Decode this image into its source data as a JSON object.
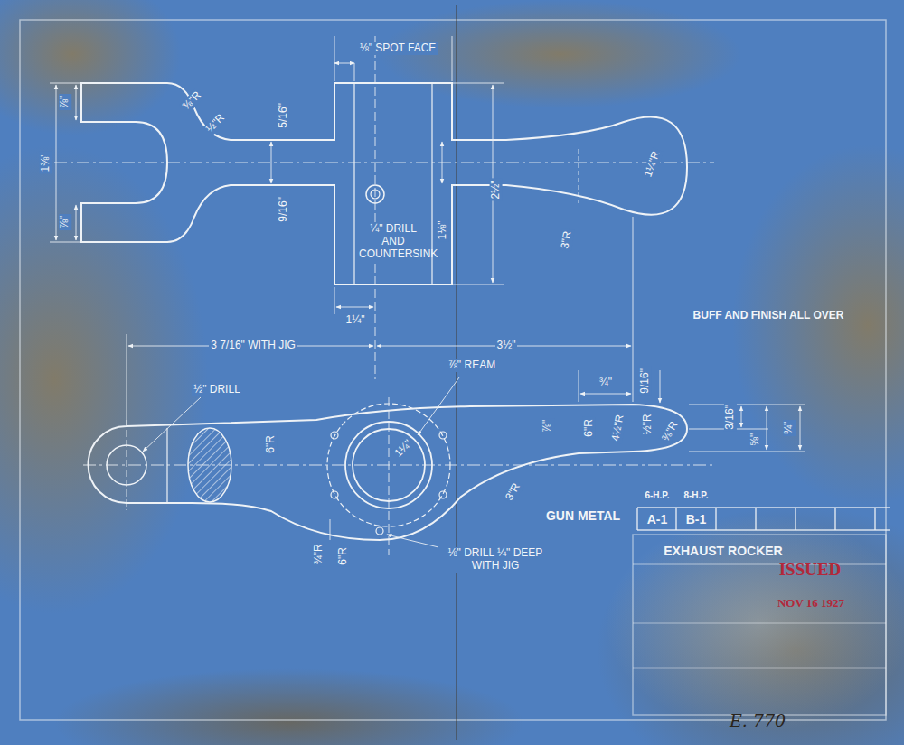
{
  "diagram": {
    "labels": [
      "⅛\" SPOT FACE",
      "⅞\"",
      "1⅜\"",
      "⅞\"",
      "⅜\"R",
      "½\"R",
      "5/16\"",
      "9/16\"",
      "1⅛\"",
      "¼\" DRILL AND COUNTERSINK",
      "2½\"",
      "1¼\"R",
      "3\"R",
      "1¼\"",
      "3 7/16\" WITH JIG",
      "3½\"",
      "BUFF AND FINISH ALL OVER",
      "½\" DRILL",
      "6\"R",
      "⅞\" REAM",
      "1¼\"",
      "3\"R",
      "¾\"",
      "9/16\"",
      "6\"R",
      "4½\"R",
      "½\"R",
      "⅜\"R",
      "⅞\"",
      "3/16\"",
      "⅝\"",
      "¾\"",
      "¾\"R",
      "6\"R",
      "⅛\" DRILL ¼\" DEEP WITH JIG",
      "GUN METAL",
      "6-H.P.",
      "8-H.P.",
      "A-1",
      "B-1",
      "EXHAUST ROCKER",
      "ISSUED",
      "NOV 16 1927",
      "E. 770"
    ]
  }
}
